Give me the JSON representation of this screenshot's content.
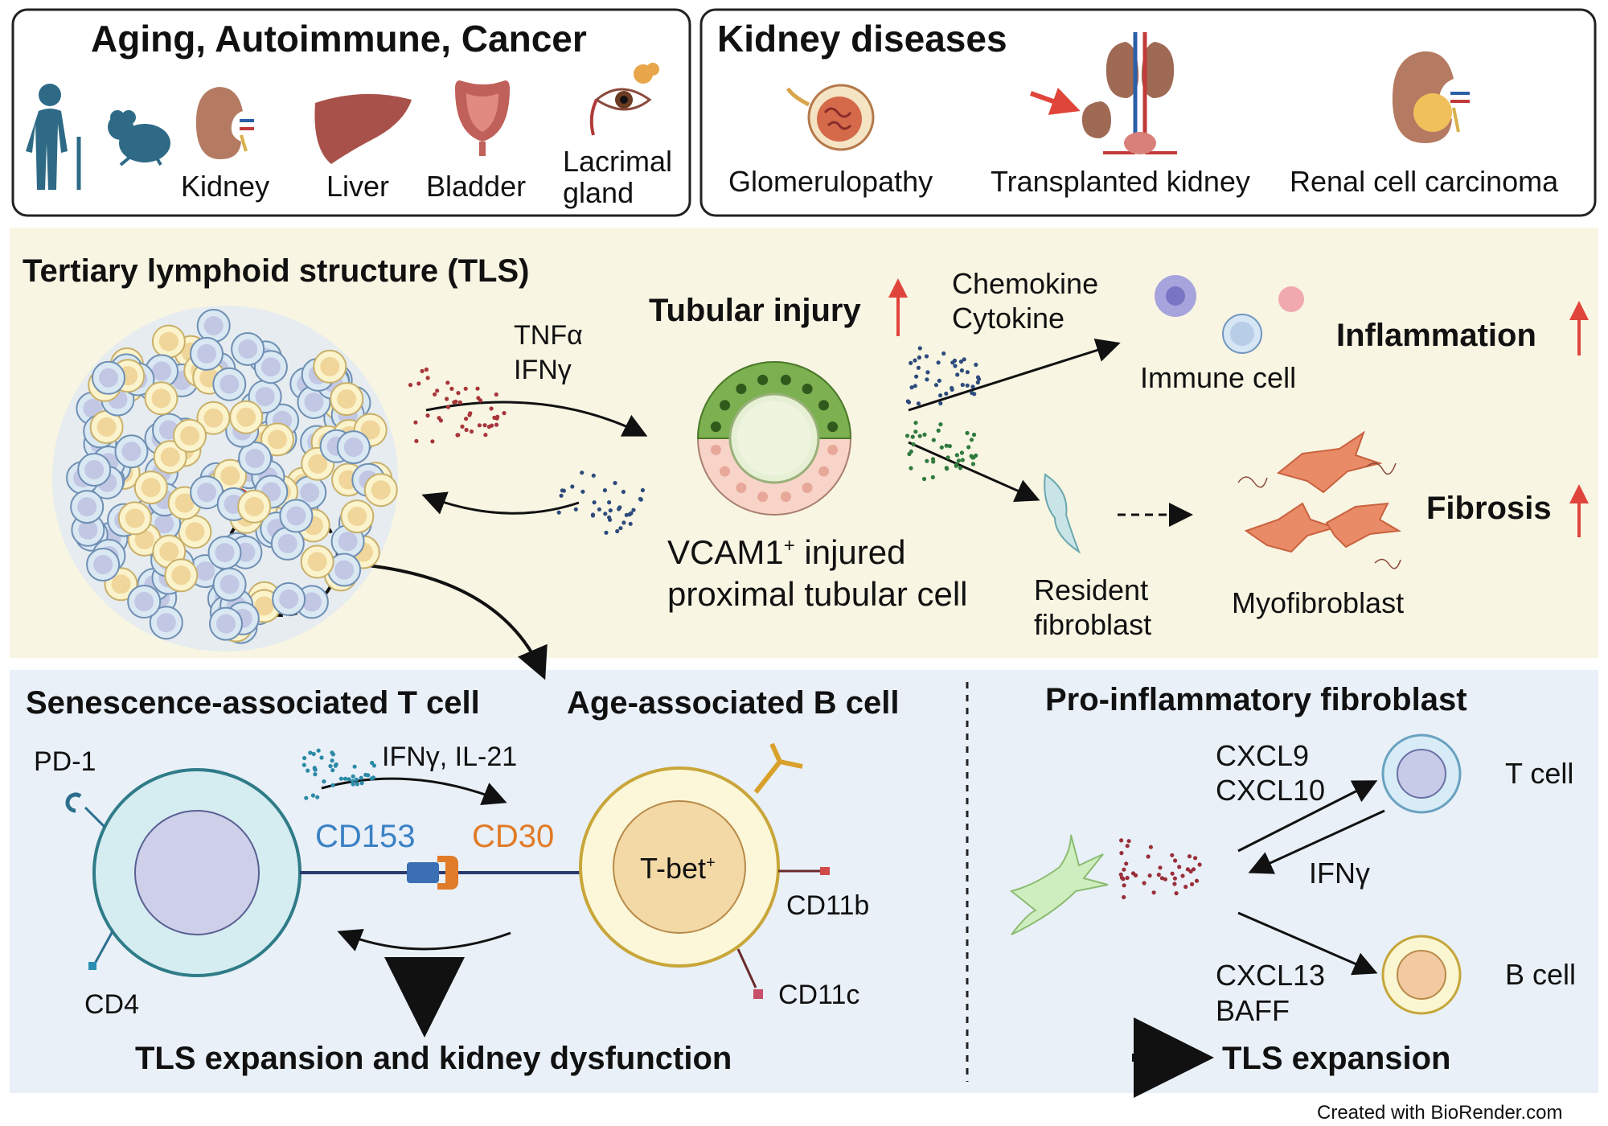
{
  "top_left": {
    "title": "Aging, Autoimmune, Cancer",
    "labels": {
      "kidney": "Kidney",
      "liver": "Liver",
      "bladder": "Bladder",
      "lacrimal_line1": "Lacrimal",
      "lacrimal_line2": "gland"
    }
  },
  "top_right": {
    "title": "Kidney diseases",
    "labels": {
      "glomerulopathy": "Glomerulopathy",
      "transplanted": "Transplanted kidney",
      "rcc": "Renal cell carcinoma"
    }
  },
  "middle": {
    "tls_title": "Tertiary lymphoid structure (TLS)",
    "tnfa": "TNFα",
    "ifng": "IFNγ",
    "tubular_injury": "Tubular injury",
    "chemokine": "Chemokine",
    "cytokine": "Cytokine",
    "immune_cell": "Immune cell",
    "inflammation": "Inflammation",
    "fibrosis": "Fibrosis",
    "vcam_prefix": "VCAM1",
    "vcam_sup": "+",
    "vcam_rest": " injured",
    "vcam_line2": "proximal tubular cell",
    "resident_line1": "Resident",
    "resident_line2": "fibroblast",
    "myofibroblast": "Myofibroblast"
  },
  "bottom_left": {
    "sat_title": "Senescence-associated T cell",
    "aab_title": "Age-associated B cell",
    "pd1": "PD-1",
    "cd4": "CD4",
    "ifng_il21": "IFNγ, IL-21",
    "cd153": "CD153",
    "cd30": "CD30",
    "tbet": "T-bet",
    "tbet_sup": "+",
    "cd11b": "CD11b",
    "cd11c": "CD11c",
    "conclusion": "TLS expansion and kidney dysfunction"
  },
  "bottom_right": {
    "title": "Pro-inflammatory fibroblast",
    "cxcl9": "CXCL9",
    "cxcl10": "CXCL10",
    "ifng": "IFNγ",
    "t_cell": "T cell",
    "cxcl13": "CXCL13",
    "baff": "BAFF",
    "b_cell": "B cell",
    "conclusion": "TLS expansion"
  },
  "footer": {
    "credit": "Created with BioRender.com"
  },
  "colors": {
    "middle_bg": "#f8f5e3",
    "bottom_bg": "#e9f0f8",
    "red_arrow": "#e0453b",
    "cd153": "#3b82c4",
    "cd30": "#e07b28"
  }
}
